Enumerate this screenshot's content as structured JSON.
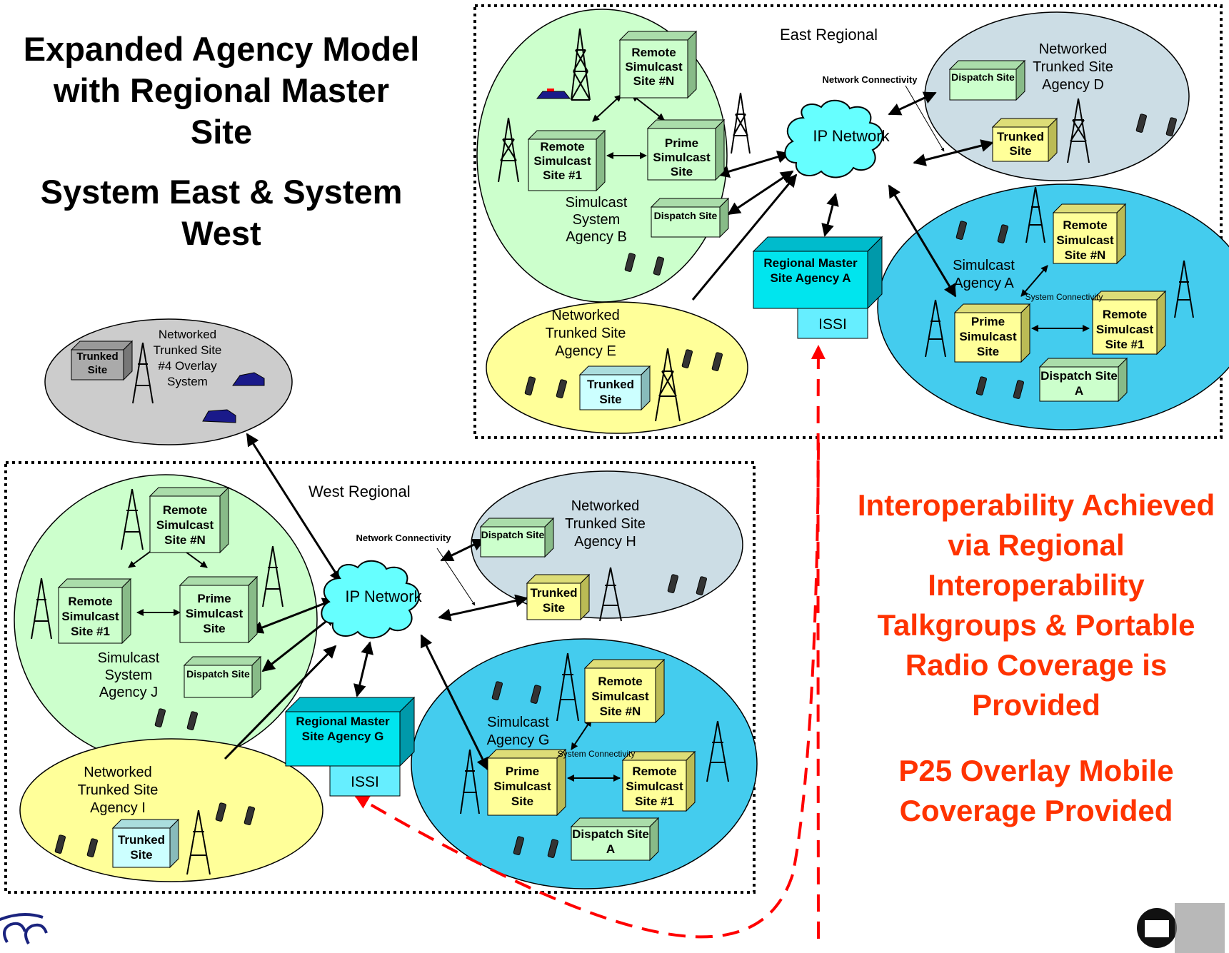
{
  "titles": {
    "main": "Expanded Agency Model with Regional Master Site",
    "sub": "System East & System West"
  },
  "callouts": {
    "interop": "Interoperability Achieved via Regional Interoperability Talkgroups & Portable Radio Coverage is Provided",
    "overlay": "P25 Overlay Mobile Coverage Provided"
  },
  "overlay_system": {
    "name": "Networked Trunked Site #4 Overlay System",
    "trunked_site": "Trunked Site"
  },
  "east": {
    "region": "East Regional",
    "ip_network": "IP Network",
    "network_connectivity": "Network Connectivity",
    "system_connectivity": "System Connectivity",
    "master_site": "Regional Master Site Agency A",
    "issi": "ISSI",
    "agency_b": {
      "name": "Simulcast System Agency B",
      "remote_n": "Remote Simulcast Site #N",
      "remote_1": "Remote Simulcast Site #1",
      "prime": "Prime Simulcast Site",
      "dispatch": "Dispatch Site"
    },
    "agency_d": {
      "name": "Networked Trunked Site Agency D",
      "dispatch": "Dispatch Site",
      "trunked": "Trunked Site"
    },
    "agency_a": {
      "name": "Simulcast Agency A",
      "remote_n": "Remote Simulcast Site #N",
      "remote_1": "Remote Simulcast Site #1",
      "prime": "Prime Simulcast Site",
      "dispatch": "Dispatch Site A"
    },
    "agency_e": {
      "name": "Networked Trunked Site Agency E",
      "trunked": "Trunked Site"
    }
  },
  "west": {
    "region": "West Regional",
    "ip_network": "IP Network",
    "network_connectivity": "Network Connectivity",
    "system_connectivity": "System Connectivity",
    "master_site": "Regional Master Site Agency G",
    "issi": "ISSI",
    "agency_j": {
      "name": "Simulcast System Agency J",
      "remote_n": "Remote Simulcast Site #N",
      "remote_1": "Remote Simulcast Site #1",
      "prime": "Prime Simulcast Site",
      "dispatch": "Dispatch Site"
    },
    "agency_h": {
      "name": "Networked Trunked Site Agency H",
      "dispatch": "Dispatch Site",
      "trunked": "Trunked Site"
    },
    "agency_g": {
      "name": "Simulcast Agency G",
      "remote_n": "Remote Simulcast Site #N",
      "remote_1": "Remote Simulcast Site #1",
      "prime": "Prime Simulcast Site",
      "dispatch": "Dispatch Site A"
    },
    "agency_i": {
      "name": "Networked Trunked Site Agency I",
      "trunked": "Trunked Site"
    }
  },
  "colors": {
    "green_region": "#ccffcc",
    "blue_region": "#ccdde5",
    "cyan_region": "#44ccee",
    "yellow_region": "#ffff99",
    "gray_region": "#cccccc",
    "red_text": "#ff3300",
    "issi_box": "#66eeff",
    "master_box": "#00e5ee"
  },
  "icons": [
    "tower-icon",
    "portable-radio-icon",
    "police-car-icon",
    "cloud-icon"
  ]
}
